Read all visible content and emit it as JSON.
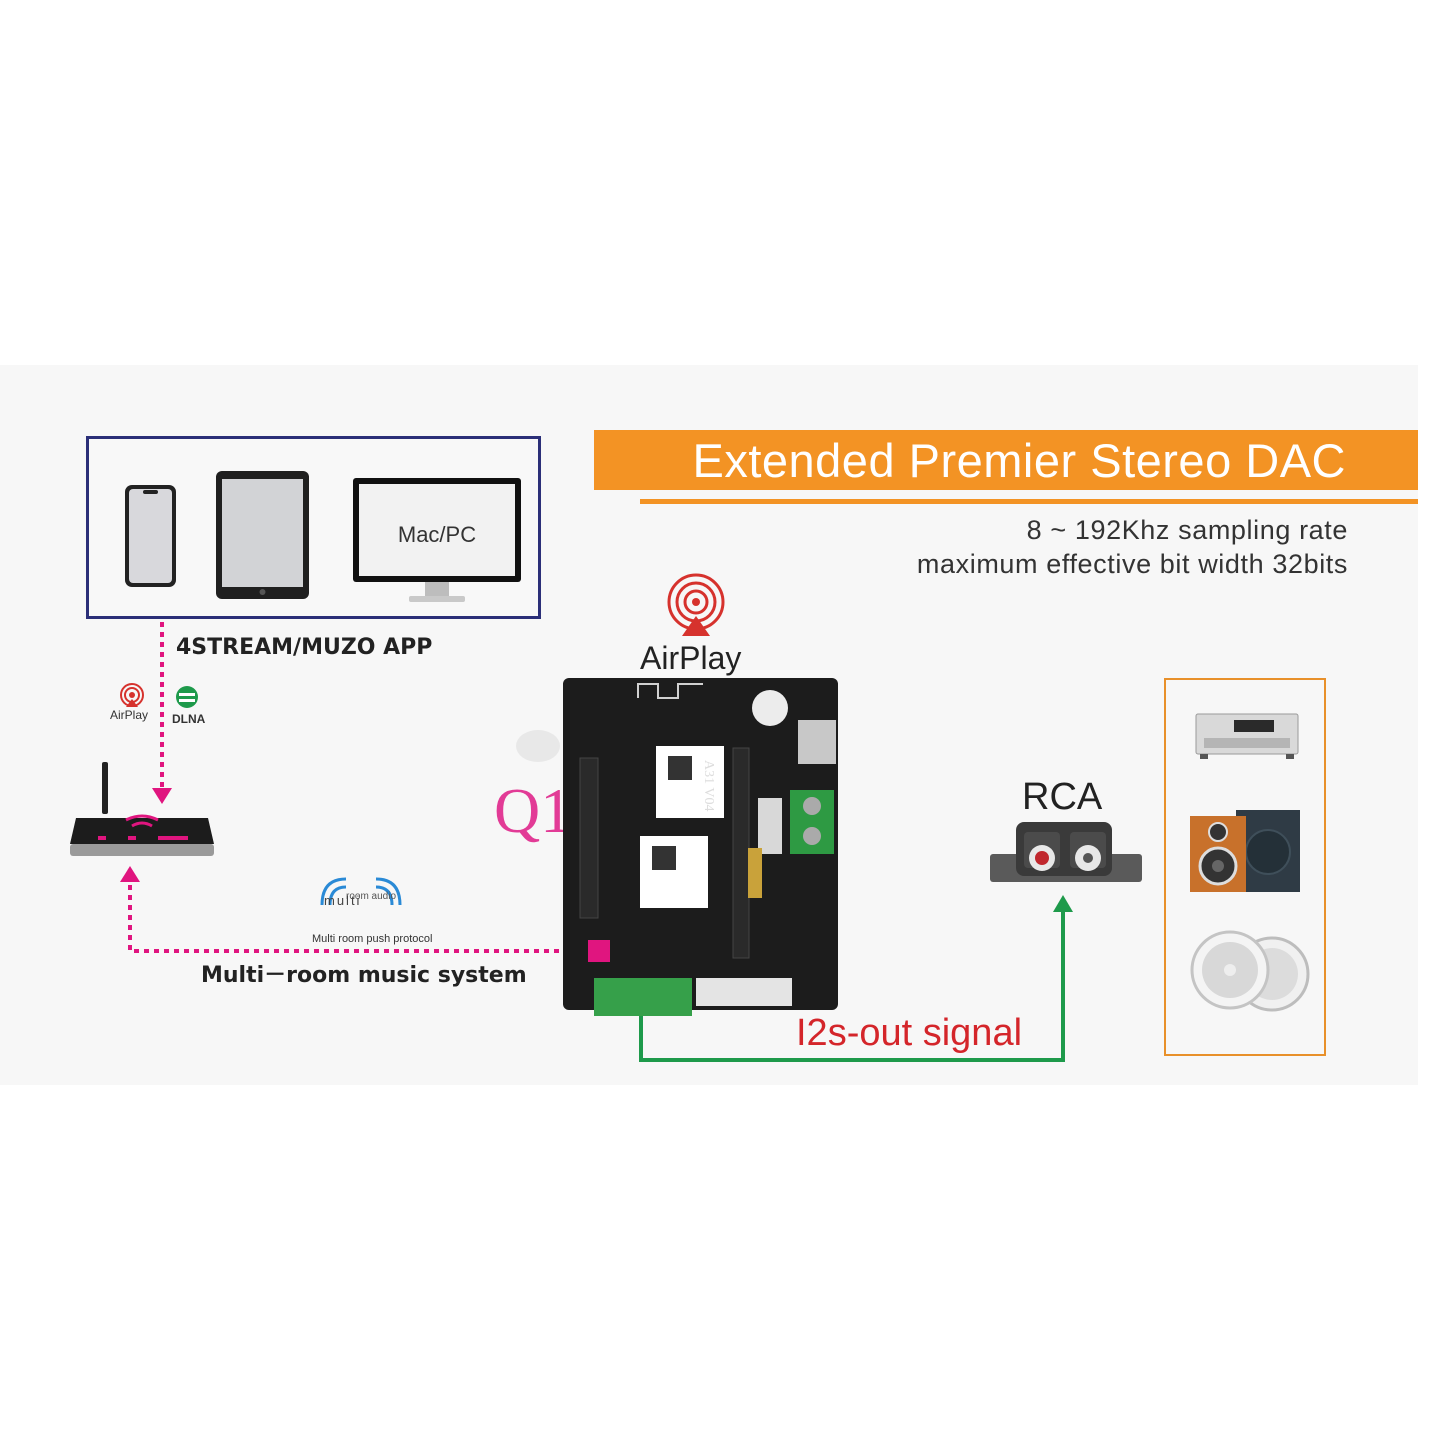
{
  "banner": {
    "title": "Extended Premier Stereo DAC"
  },
  "specs": {
    "line1": "8 ~ 192Khz sampling rate",
    "line2": "maximum effective bit width 32bits"
  },
  "devices": {
    "computer_label": "Mac/PC",
    "app_label": "4STREAM/MUZO APP"
  },
  "protocols": {
    "airplay_small": "AirPlay",
    "dlna": "DLNA",
    "airplay_large": "AirPlay"
  },
  "multiroom": {
    "logo_top": "room audio",
    "logo_word": "multi",
    "logo_caption": "Multi room push protocol",
    "system_label": "Multi－room  music system"
  },
  "board": {
    "model_label": "Q1",
    "silkscreen": "A31 V04"
  },
  "rca": {
    "label": "RCA"
  },
  "signal": {
    "label": "I2s-out signal"
  },
  "colors": {
    "banner": "#f39324",
    "pink_line": "#e0157f",
    "green_line": "#1e9a4b",
    "frame": "#2b2f78",
    "q1": "#e23b96",
    "signal_text": "#d4252a"
  }
}
